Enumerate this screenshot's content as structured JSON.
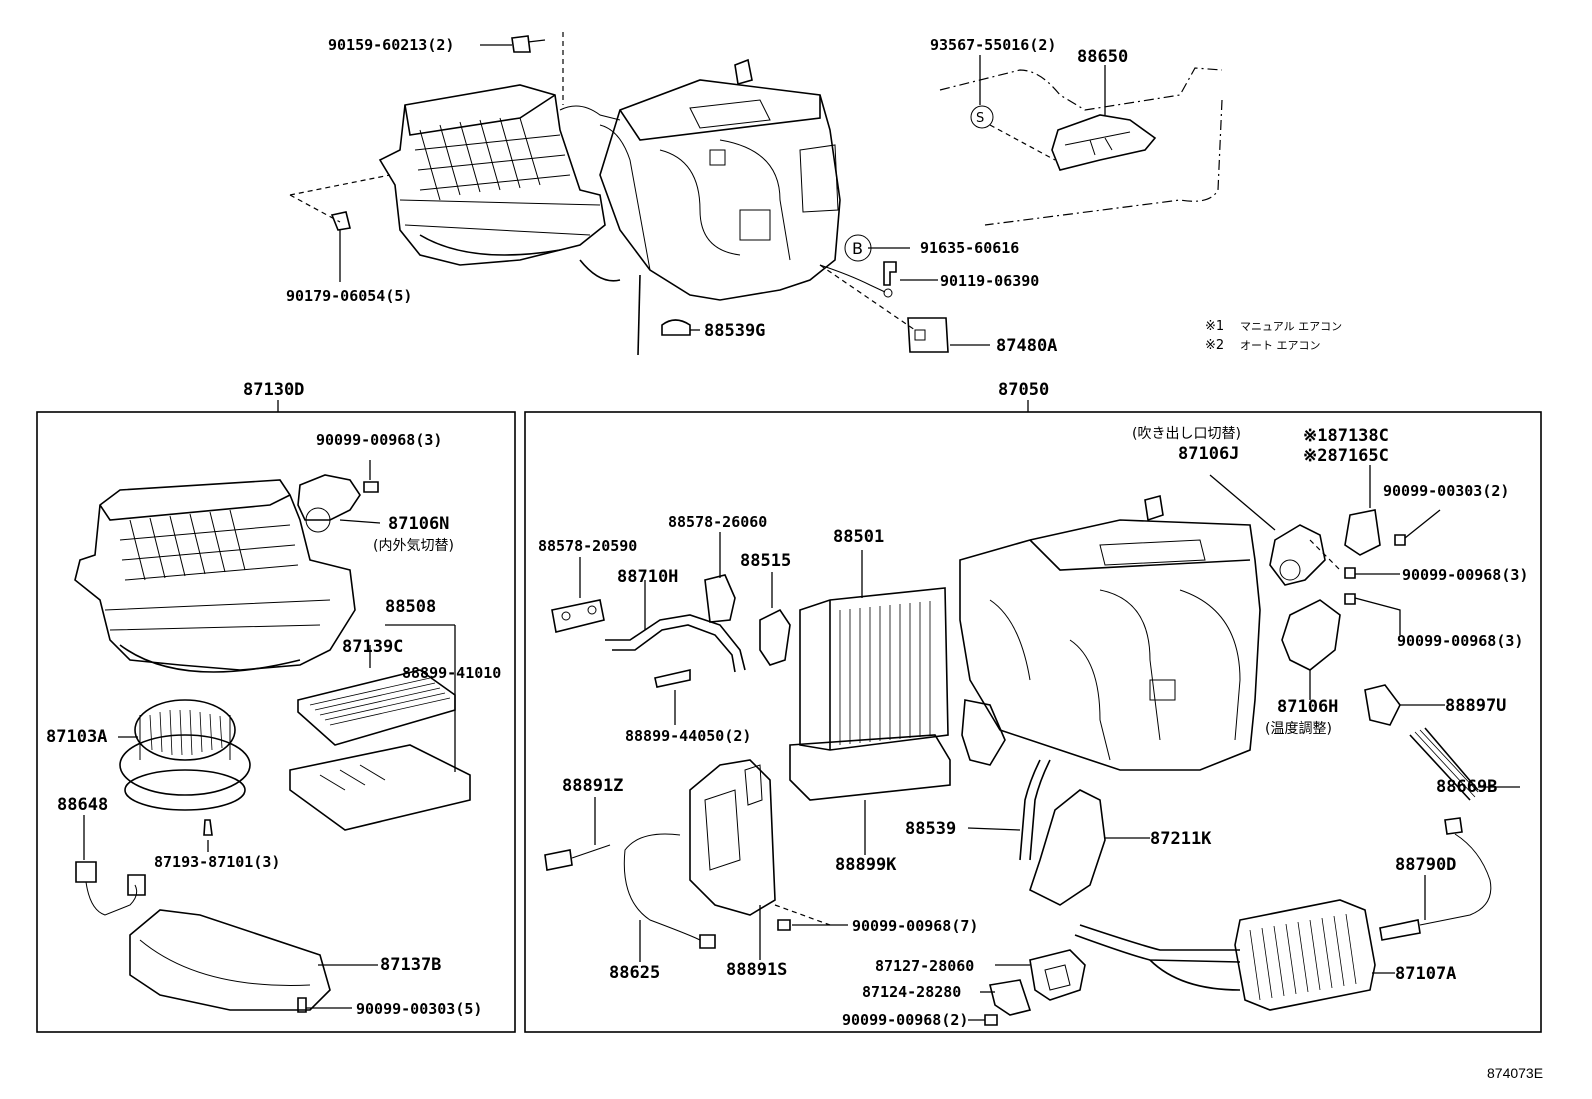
{
  "diagram_id": "874073E",
  "notes": [
    {
      "mark": "※1",
      "text": "マニュアル エアコン"
    },
    {
      "mark": "※2",
      "text": "オート エアコン"
    }
  ],
  "groups": {
    "left_box_label": "87130D",
    "right_box_label": "87050"
  },
  "symbols": {
    "s": "S",
    "b": "B"
  },
  "labels": {
    "p90159": "90159-60213(2)",
    "p90179": "90179-06054(5)",
    "p93567": "93567-55016(2)",
    "p88650": "88650",
    "p91635": "91635-60616",
    "p90119": "90119-06390",
    "p88539G": "88539G",
    "p87480A": "87480A",
    "p90099_3a": "90099-00968(3)",
    "p87106N": "87106N",
    "p87106N_jp": "(内外気切替)",
    "p88508": "88508",
    "p87139C": "87139C",
    "p88899_41010": "88899-41010",
    "p87103A": "87103A",
    "p88648": "88648",
    "p87193": "87193-87101(3)",
    "p87137B": "87137B",
    "p90099_00303_5": "90099-00303(5)",
    "p87106J_jp": "(吹き出し口切替)",
    "p87106J": "87106J",
    "p87138C": "※187138C",
    "p87165C": "※287165C",
    "p90099_00303_2": "90099-00303(2)",
    "p90099_3b": "90099-00968(3)",
    "p90099_3c": "90099-00968(3)",
    "p88578_20590": "88578-20590",
    "p88578_26060": "88578-26060",
    "p88710H": "88710H",
    "p88515": "88515",
    "p88501": "88501",
    "p88899_44050": "88899-44050(2)",
    "p87106H": "87106H",
    "p87106H_jp": "(温度調整)",
    "p88897U": "88897U",
    "p88669B": "88669B",
    "p88891Z": "88891Z",
    "p88539": "88539",
    "p87211K": "87211K",
    "p88899K": "88899K",
    "p88790D": "88790D",
    "p90099_7": "90099-00968(7)",
    "p88625": "88625",
    "p88891S": "88891S",
    "p87127": "87127-28060",
    "p87124": "87124-28280",
    "p90099_2": "90099-00968(2)",
    "p87107A": "87107A"
  }
}
